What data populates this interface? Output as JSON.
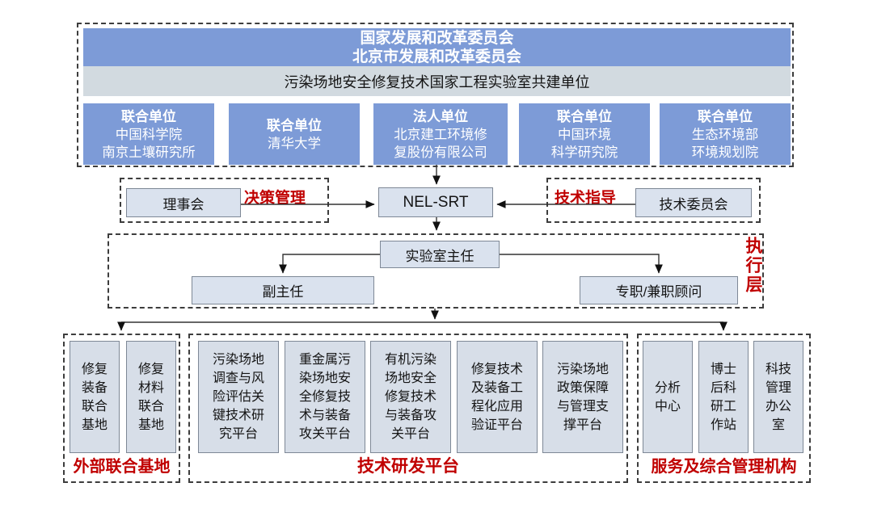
{
  "top": {
    "header_line1": "国家发展和改革委员会",
    "header_line2": "北京市发展和改革委员会",
    "subtitle": "污染场地安全修复技术国家工程实验室共建单位",
    "units": [
      {
        "role": "联合单位",
        "name": "中国科学院\n南京土壤研究所"
      },
      {
        "role": "联合单位",
        "name": "清华大学"
      },
      {
        "role": "法人单位",
        "name": "北京建工环境修\n复股份有限公司"
      },
      {
        "role": "联合单位",
        "name": "中国环境\n科学研究院"
      },
      {
        "role": "联合单位",
        "name": "生态环境部\n环境规划院"
      }
    ]
  },
  "governance": {
    "council": "理事会",
    "decision_label": "决策管理",
    "center": "NEL-SRT",
    "guidance_label": "技术指导",
    "tech_committee": "技术委员会"
  },
  "executive": {
    "director": "实验室主任",
    "deputy": "副主任",
    "advisors": "专职/兼职顾问",
    "layer_label": "执行层"
  },
  "bases": {
    "label": "外部联合基地",
    "items": [
      "修复\n装备\n联合\n基地",
      "修复\n材料\n联合\n基地"
    ]
  },
  "platforms": {
    "label": "技术研发平台",
    "items": [
      "污染场地\n调查与风\n险评估关\n键技术研\n究平台",
      "重金属污\n染场地安\n全修复技\n术与装备\n攻关平台",
      "有机污染\n场地安全\n修复技术\n与装备攻\n关平台",
      "修复技术\n及装备工\n程化应用\n验证平台",
      "污染场地\n政策保障\n与管理支\n撑平台"
    ]
  },
  "services": {
    "label": "服务及综合管理机构",
    "items": [
      "分析\n中心",
      "博士\n后科\n研工\n作站",
      "科技\n管理\n办公\n室"
    ]
  },
  "colors": {
    "blue": "#7D9BD7",
    "subtitle_bar": "#D2DAE0",
    "node_fill": "#DAE2EE",
    "platform_fill": "#D7DEE8",
    "red": "#C00000",
    "line": "#1a1a1a"
  }
}
